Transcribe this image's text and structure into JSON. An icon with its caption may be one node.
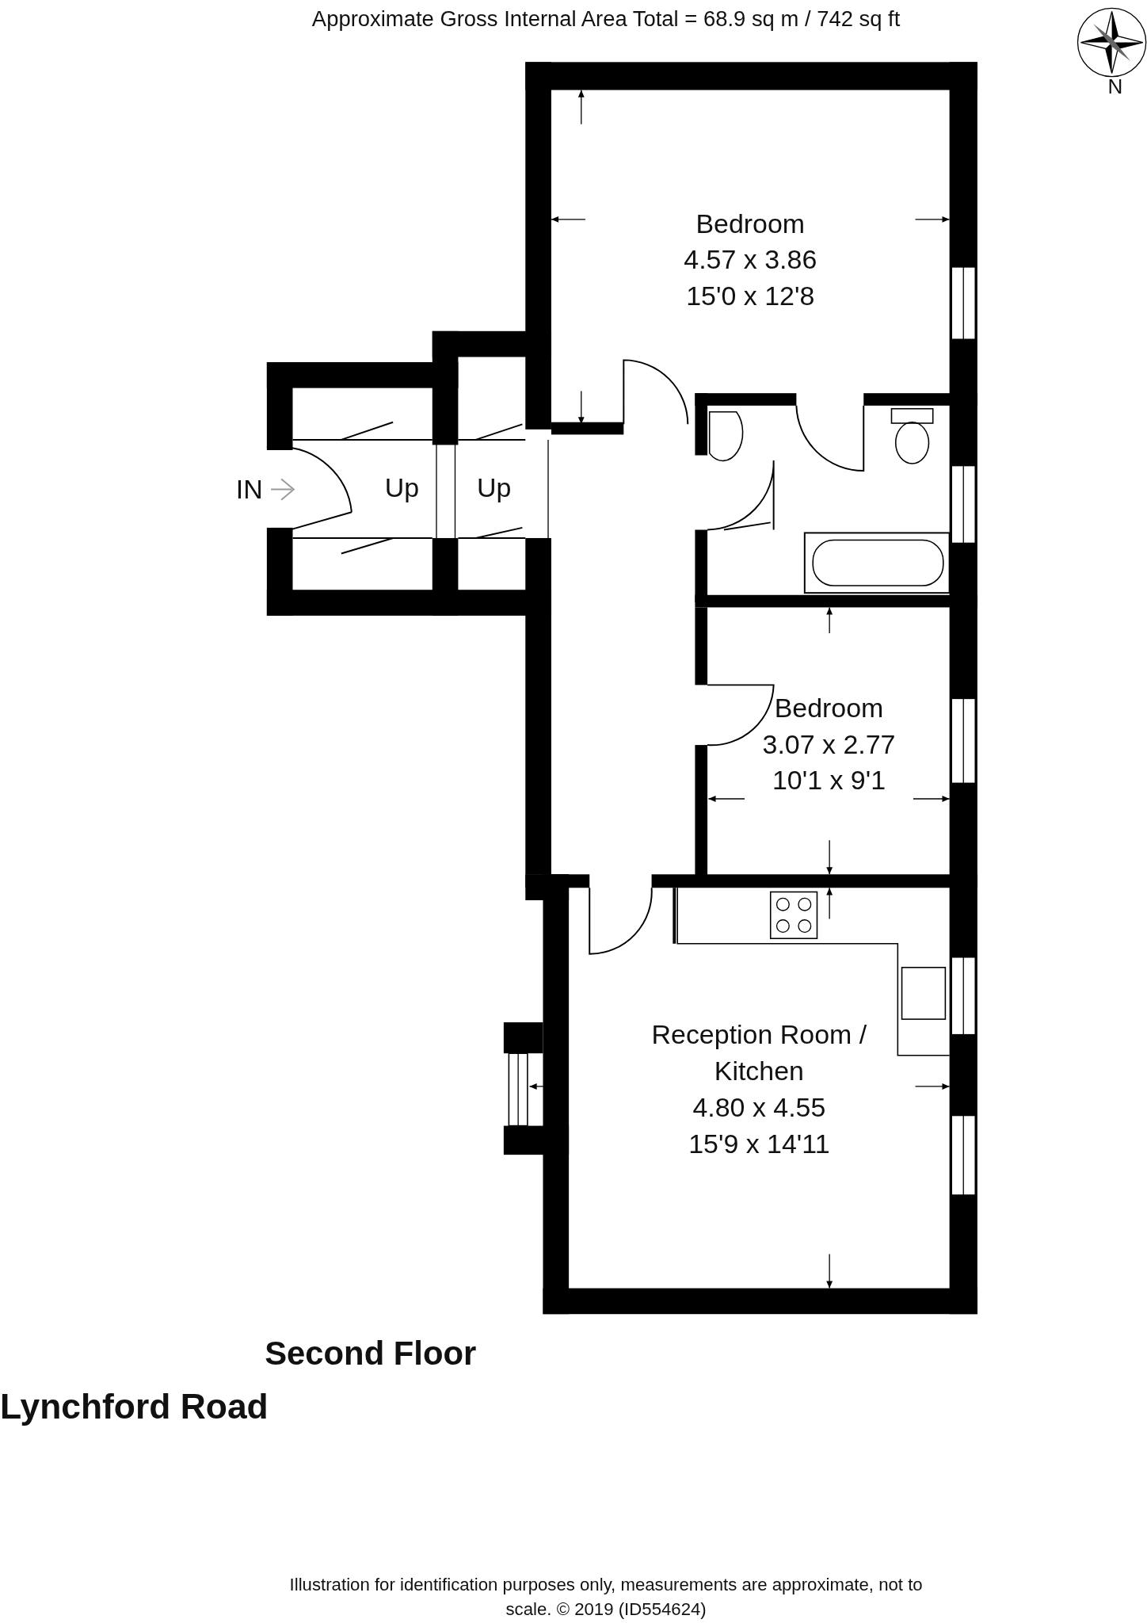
{
  "diagram": {
    "title": "Approximate Gross Internal Area Total = 68.9 sq m / 742 sq ft",
    "caption": "Illustration for identification purposes only, measurements are approximate, not to scale. © 2019 (ID554624)",
    "nodes": [
      {
        "text": [
          "Bedroom",
          "4.57 x 3.86",
          "15'0 x 12'8"
        ]
      },
      {
        "text": [
          "Bedroom",
          "3.07 x 2.77",
          "10'1 x 9'1"
        ]
      },
      {
        "text": [
          "Reception Room / Kitchen",
          "4.80 x 4.55",
          "15'9 x 14'11"
        ]
      }
    ],
    "labels": [
      "N",
      "IN",
      "Up",
      "Up",
      "Second Floor",
      "Lynchford Road"
    ]
  }
}
